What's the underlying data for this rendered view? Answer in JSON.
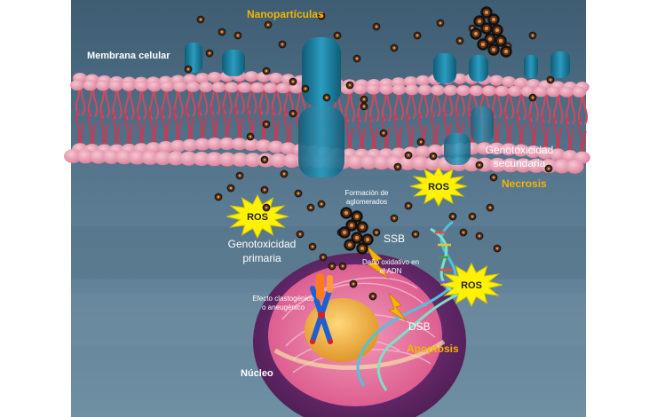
{
  "colors": {
    "background": "#4f6f86",
    "membrane_head": "#e79aae",
    "membrane_tail": "#d8455f",
    "channel": "#1e7f9e",
    "nucleus_outer": "#6b2a6e",
    "nucleus_inner": "#e46a9a",
    "nucleolus": "#f2b33d",
    "ros_burst": "#fff200",
    "label_yellow": "#f5b400"
  },
  "labels": {
    "nanoparticles": "Nanopartículas",
    "cell_membrane": "Membrana celular",
    "secondary_genotoxicity": "Genotoxicidad secundaria",
    "necrosis": "Necrosis",
    "agglomerate_formation": "Formación de aglomerados",
    "primary_genotoxicity": "Genotoxicidad primaria",
    "ssb": "SSB",
    "dna_oxidative_damage": "Daño oxidativo en el ADN",
    "clastogenic_effect": "Efecto clastogénico o aneugénico",
    "dsb": "DSB",
    "apoptosis": "Apoptosis",
    "nucleus": "Núcleo",
    "ros": "ROS"
  },
  "icons": [
    "ros-burst-icon",
    "nanoparticle-icon",
    "lightning-bolt-icon",
    "chromosome-icon",
    "dna-helix-icon",
    "ion-channel-icon"
  ]
}
